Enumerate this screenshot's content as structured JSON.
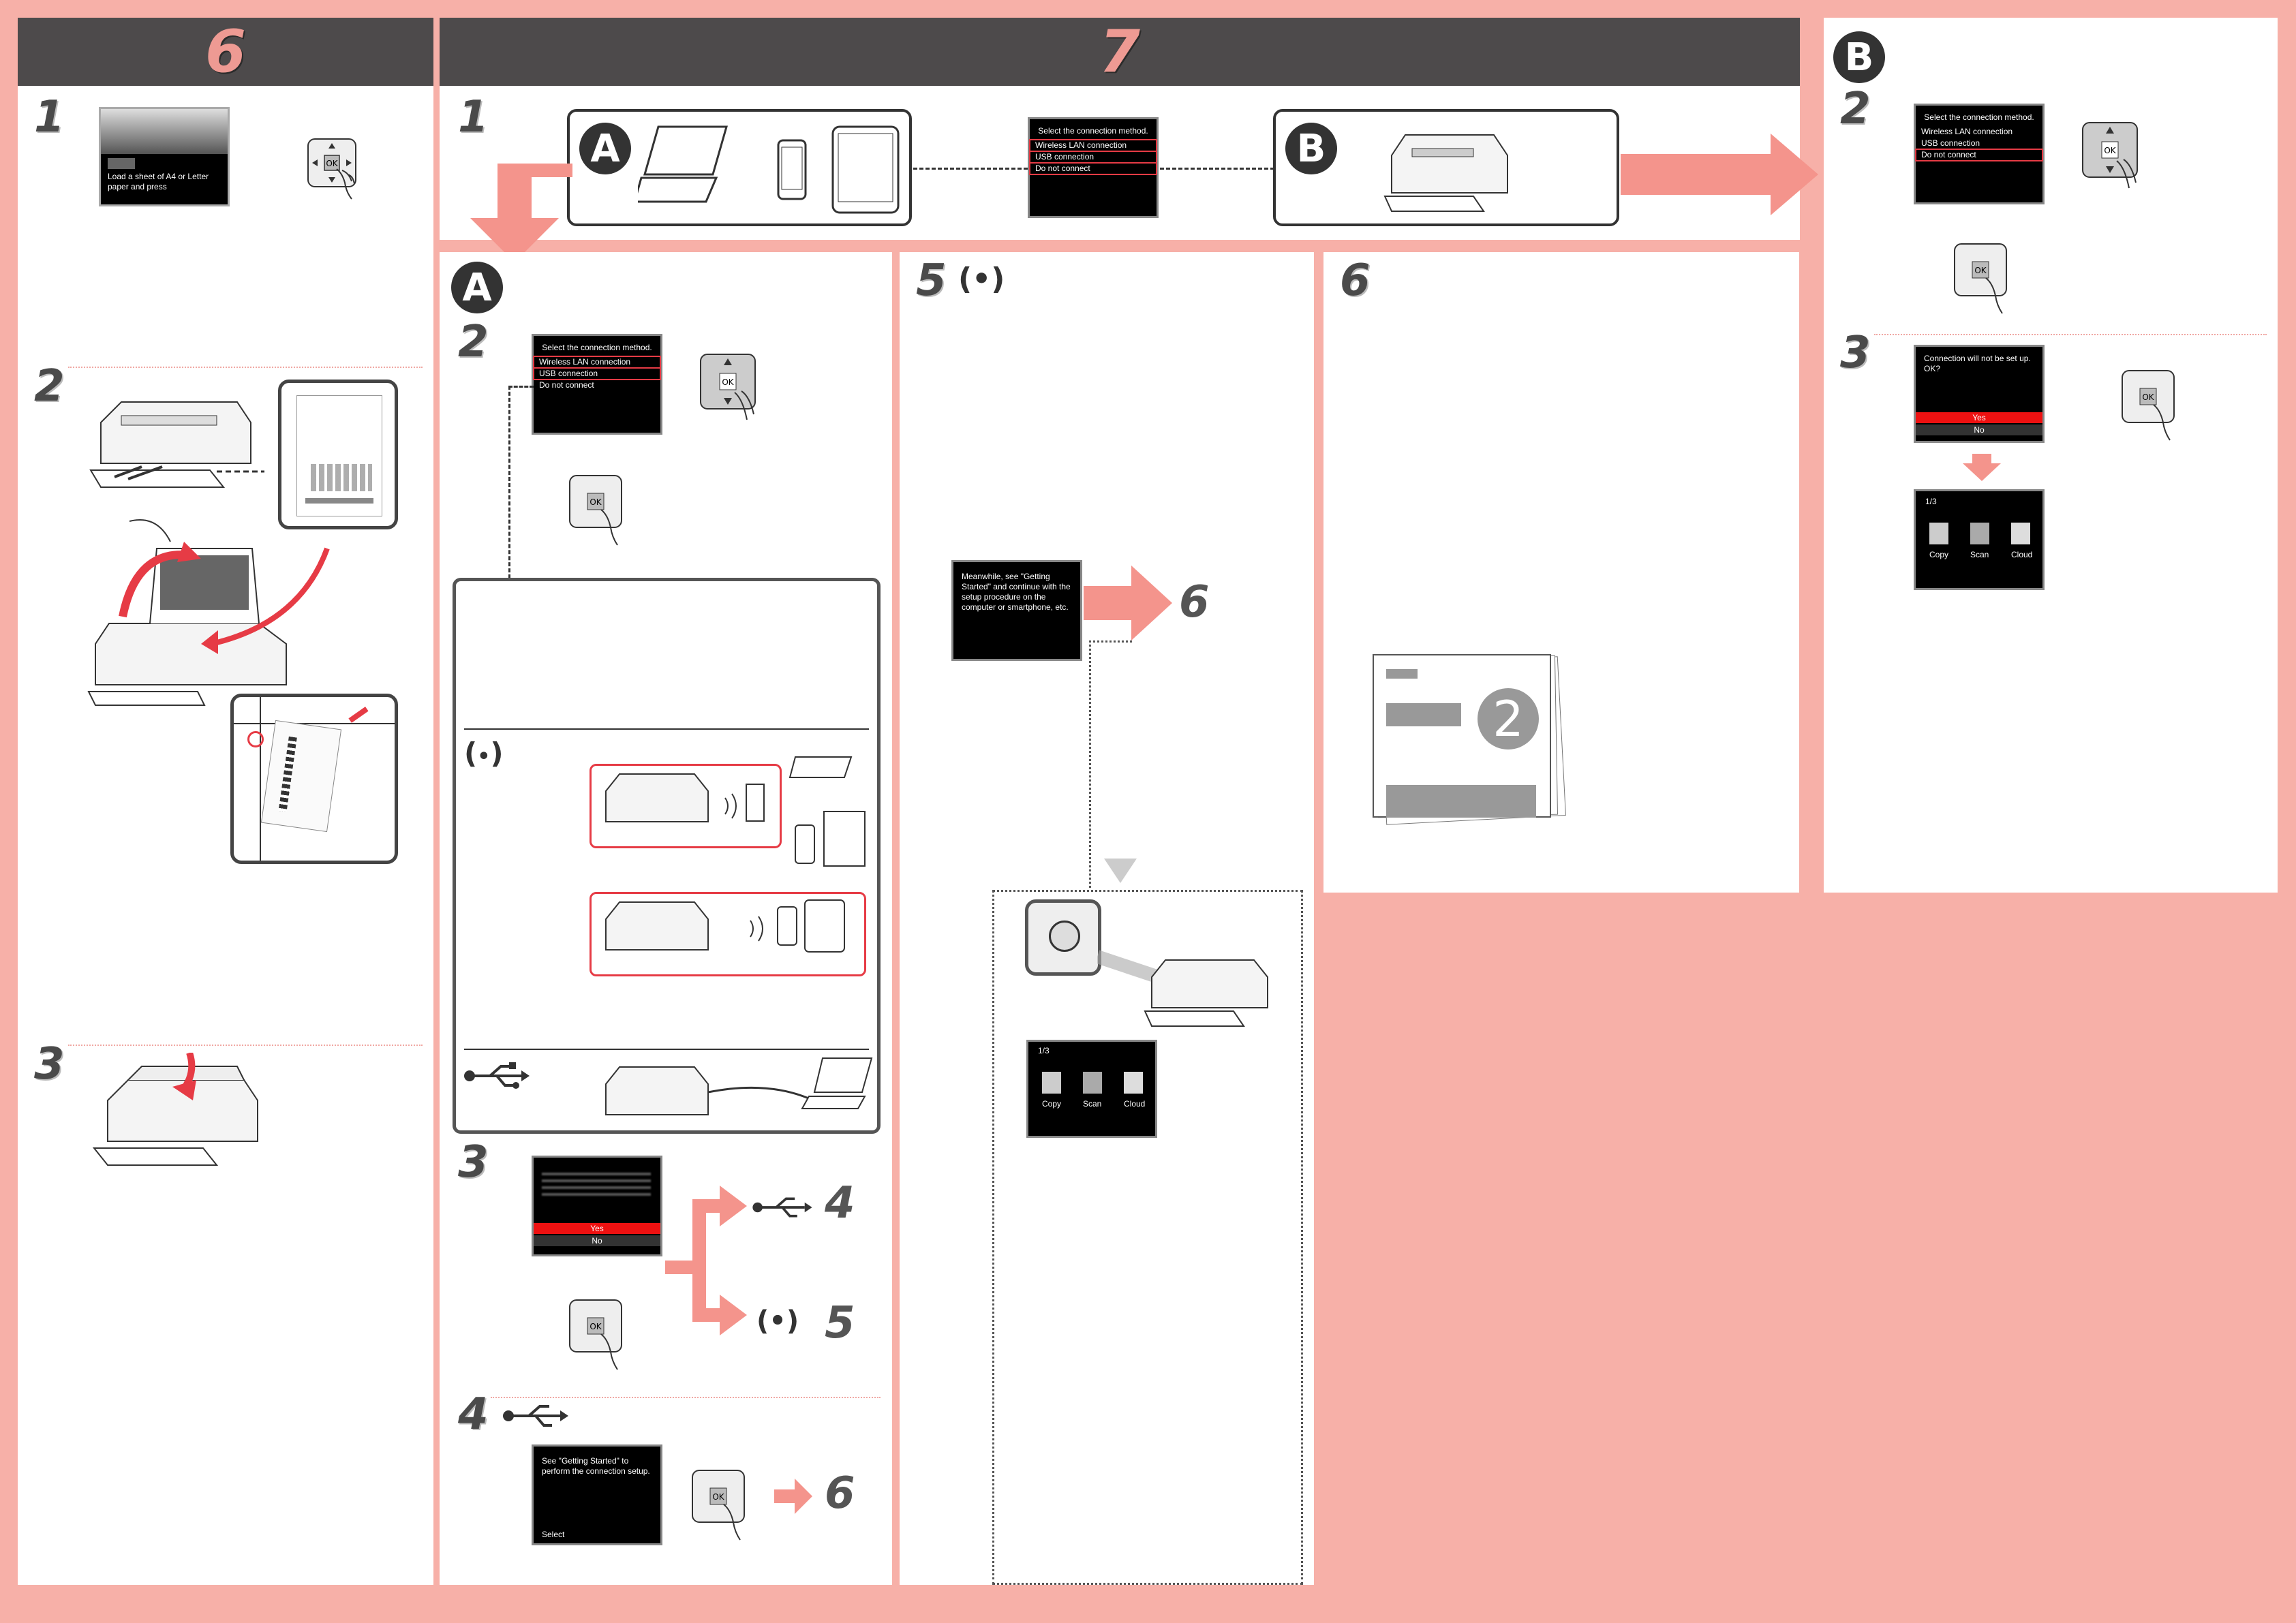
{
  "section6": {
    "number": "6",
    "steps": [
      "1",
      "2",
      "3"
    ]
  },
  "section7": {
    "number": "7",
    "step1": "1"
  },
  "sectionB": {
    "badge": "B",
    "steps": [
      "2",
      "3"
    ]
  },
  "badges": {
    "a": "A",
    "b": "B"
  },
  "screens": {
    "load_paper": {
      "tag": "Load a sheet of A4 or Letter paper and press",
      "ok": "OK"
    },
    "connection_method": {
      "title": "Select the connection method.",
      "options": [
        "Wireless LAN connection",
        "USB connection",
        "Do not connect"
      ]
    },
    "confirm_yes_no": {
      "yes": "Yes",
      "no": "No"
    },
    "getting_started_usb": {
      "text": "See \"Getting Started\" to perform the connection setup.",
      "select": "Select"
    },
    "meanwhile": {
      "text": "Meanwhile, see \"Getting Started\" and continue with the setup procedure on the computer or smartphone, etc."
    },
    "not_set_up": {
      "text": "Connection will not be set up. OK?",
      "yes": "Yes",
      "no": "No"
    },
    "home": {
      "page": "1/3",
      "items": [
        "Copy",
        "Scan",
        "Cloud"
      ]
    }
  },
  "panelA": {
    "steps": [
      "2",
      "3",
      "4",
      "5"
    ],
    "goto4": "4",
    "goto5": "5",
    "goto6": "6"
  },
  "panel5": {
    "step": "5",
    "goto6": "6"
  },
  "panel6": {
    "step": "6",
    "manual_number": "2"
  },
  "ok_label": "OK",
  "colors": {
    "pink": "#f7b0a8",
    "header": "#4d4a4b",
    "accent_red": "#e63b45",
    "arrow_pink": "#f4948c"
  }
}
